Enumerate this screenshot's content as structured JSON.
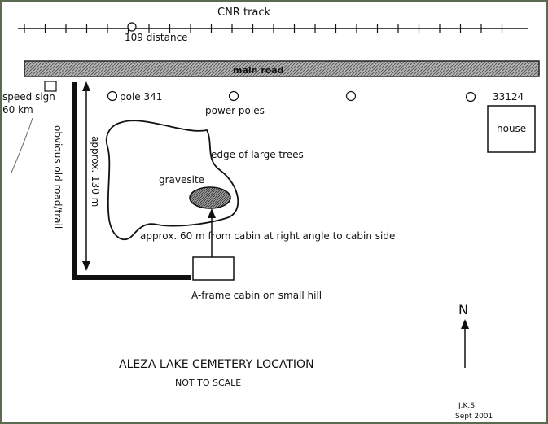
{
  "track": {
    "label": "CNR track",
    "distance_label": "109 distance"
  },
  "road": {
    "label": "main road"
  },
  "speed_sign": {
    "line1": "speed sign",
    "line2": "60 km"
  },
  "old_road": {
    "label": "obvious old road/trail"
  },
  "distance_130": {
    "label": "approx. 130 m"
  },
  "poles": {
    "pole_label": "pole 341",
    "group_label": "power poles"
  },
  "house": {
    "number": "33124",
    "label": "house"
  },
  "trees": {
    "label": "edge of large trees"
  },
  "grave": {
    "label": "gravesite"
  },
  "distance_60": {
    "label": "approx. 60 m from cabin at right angle to cabin side"
  },
  "cabin": {
    "label": "A-frame cabin on small hill"
  },
  "north": {
    "label": "N"
  },
  "title": {
    "main": "ALEZA LAKE CEMETERY LOCATION",
    "sub": "NOT TO SCALE"
  },
  "credit": {
    "line1": "J.K.S.",
    "line2": "Sept 2001"
  },
  "colors": {
    "frame": "#5a6b52",
    "road_fill": "#9a9a9a",
    "grave_fill": "#8a8a8a",
    "ink": "#111111"
  }
}
